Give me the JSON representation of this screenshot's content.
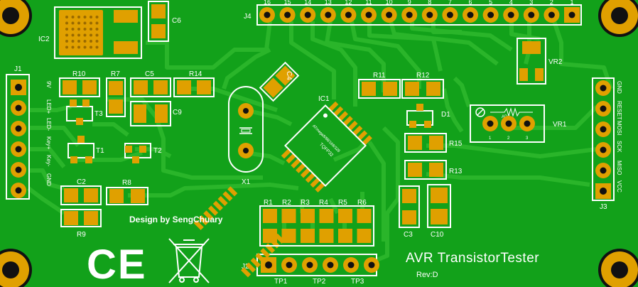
{
  "board": {
    "title": "AVR TransistorTester",
    "revision": "Rev:D",
    "credit": "Design by SengChuary",
    "ce_mark": "CE"
  },
  "connectors": {
    "j4_label": "J4",
    "j4_pins": [
      "16",
      "15",
      "14",
      "13",
      "12",
      "11",
      "10",
      "9",
      "8",
      "7",
      "6",
      "5",
      "4",
      "3",
      "2",
      "1"
    ],
    "j1_label": "J1",
    "j1_pins": [
      "9V",
      "LED+",
      "LED-",
      "Key+",
      "Key-",
      "GND"
    ],
    "j2_label": "J2",
    "j3_label": "J3",
    "j3_pins": [
      "GND",
      "RESET",
      "MOSI",
      "SCK",
      "MISO",
      "VCC"
    ]
  },
  "components": {
    "ic1": "IC1",
    "ic1_marking_1": "ATmega8/88/168/328",
    "ic1_marking_2": "TQFP32",
    "ic2": "IC2",
    "x1": "X1",
    "vr1": "VR1",
    "vr2": "VR2",
    "vr1_marking": "ADJ",
    "vr1_pins": [
      "1",
      "2",
      "3"
    ],
    "d1": "D1",
    "t1": "T1",
    "t2": "T2",
    "t3": "T3",
    "c2": "C2",
    "c3": "C3",
    "c4": "C4",
    "c5": "C5",
    "c6": "C6",
    "c9": "C9",
    "c10": "C10",
    "r1": "R1",
    "r2": "R2",
    "r3": "R3",
    "r4": "R4",
    "r5": "R5",
    "r6": "R6",
    "r7": "R7",
    "r8": "R8",
    "r9": "R9",
    "r10": "R10",
    "r11": "R11",
    "r12": "R12",
    "r13": "R13",
    "r14": "R14",
    "r15": "R15",
    "tp1": "TP1",
    "tp2": "TP2",
    "tp3": "TP3"
  },
  "colors": {
    "board": "#12a11a",
    "copper": "#2ab52a",
    "pad": "#e0a000",
    "silkscreen": "#ffffff",
    "drill": "#0a0a0a"
  }
}
